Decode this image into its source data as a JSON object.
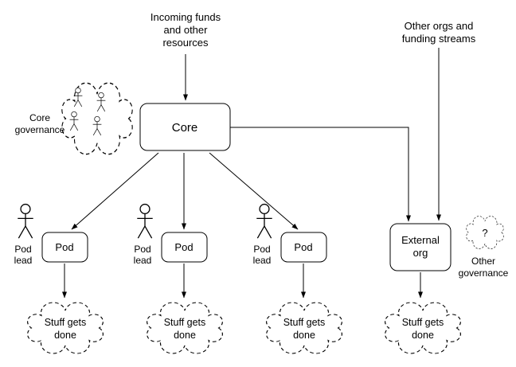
{
  "background_color": "#ffffff",
  "stroke_color": "#000000",
  "diagram": {
    "incoming_funds": [
      "Incoming funds",
      "and other",
      "resources"
    ],
    "other_orgs": [
      "Other orgs and",
      "funding streams"
    ],
    "core": {
      "label": "Core",
      "governance": [
        "Core",
        "governance"
      ]
    },
    "pods": [
      {
        "label": "Pod",
        "lead": [
          "Pod",
          "lead"
        ],
        "output": [
          "Stuff gets",
          "done"
        ]
      },
      {
        "label": "Pod",
        "lead": [
          "Pod",
          "lead"
        ],
        "output": [
          "Stuff gets",
          "done"
        ]
      },
      {
        "label": "Pod",
        "lead": [
          "Pod",
          "lead"
        ],
        "output": [
          "Stuff gets",
          "done"
        ]
      }
    ],
    "external_org": {
      "label": [
        "External",
        "org"
      ],
      "output": [
        "Stuff gets",
        "done"
      ]
    },
    "other_governance": {
      "symbol": "?",
      "label": [
        "Other",
        "governance"
      ]
    }
  }
}
